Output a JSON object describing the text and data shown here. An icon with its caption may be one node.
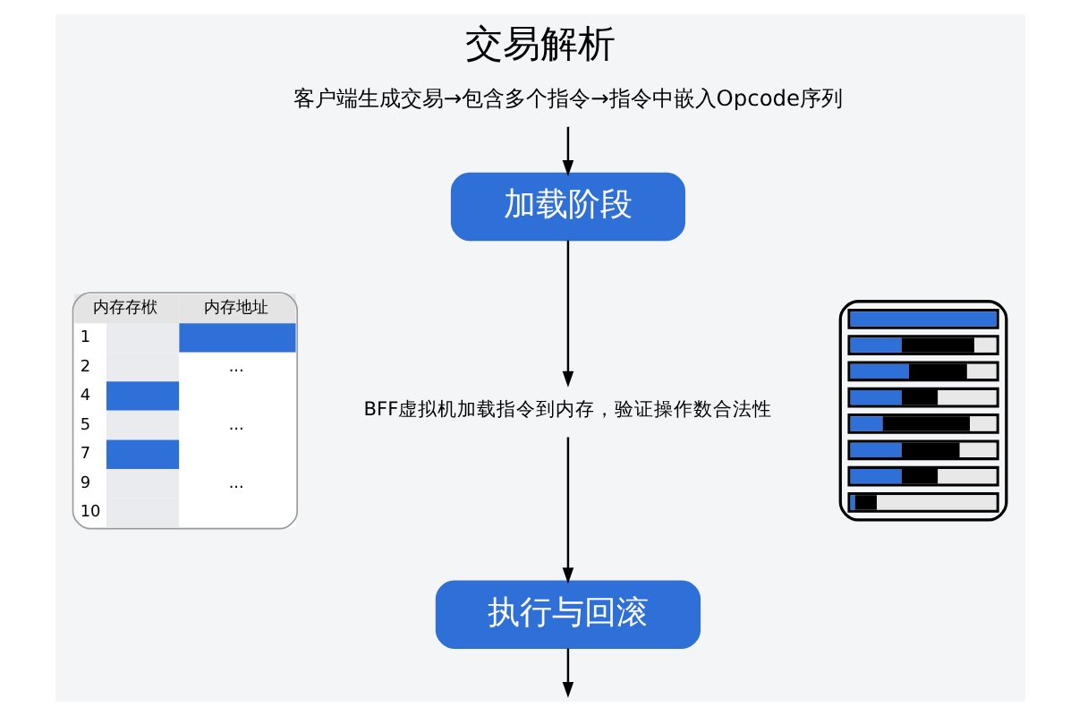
{
  "diagram": {
    "title": "交易解析",
    "nodes": [
      {
        "text": [
          "客户端生成交易→包含多个指令→指令中嵌入Opcode序列"
        ]
      },
      {
        "text": [
          "加载阶段"
        ]
      },
      {
        "text": [
          "BFF虚拟机加载指令到内存，验证操作数合法性"
        ]
      },
      {
        "text": [
          "执行与回滚"
        ]
      },
      {
        "text": [],
        "shape": "picture"
      }
    ],
    "edges": [
      {
        "from": 0,
        "to": 1,
        "arrow": "to"
      },
      {
        "from": 1,
        "to": 2,
        "arrow": "to"
      },
      {
        "from": 2,
        "to": 3,
        "arrow": "to"
      },
      {
        "from": 3,
        "to": null,
        "arrow": "to"
      }
    ],
    "labels": [
      "内存存栿",
      "内存地址",
      "1",
      "2",
      "...",
      "4",
      "5",
      "...",
      "7",
      "9",
      "...",
      "10"
    ]
  }
}
